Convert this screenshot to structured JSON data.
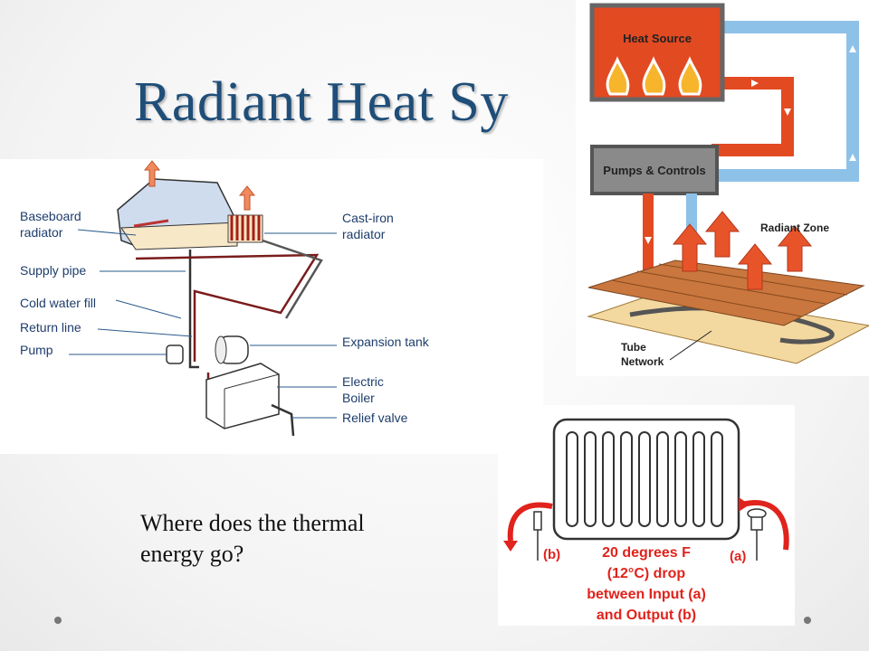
{
  "slide": {
    "title": "Radiant Heat Sy",
    "question": "Where does the thermal energy go?"
  },
  "diagram_left": {
    "labels": {
      "baseboard": [
        "Baseboard",
        "radiator"
      ],
      "supply_pipe": "Supply pipe",
      "cold_water_fill": "Cold water fill",
      "return_line": "Return line",
      "pump": "Pump",
      "cast_iron": [
        "Cast-iron",
        "radiator"
      ],
      "expansion_tank": "Expansion tank",
      "electric_boiler": [
        "Electric",
        "Boiler"
      ],
      "relief_valve": "Relief valve"
    }
  },
  "diagram_right": {
    "heat_source": "Heat Source",
    "pumps_controls": "Pumps & Controls",
    "radiant_zone": "Radiant Zone",
    "tube_network": [
      "Tube",
      "Network"
    ]
  },
  "diagram_radiator": {
    "input_label": "(a)",
    "output_label": "(b)",
    "caption": [
      "20 degrees F",
      "(12°C) drop",
      "between Input (a)",
      "and Output (b)"
    ]
  },
  "colors": {
    "title": "#1f4e79",
    "hot": "#e24a22",
    "cold": "#8ec1e8",
    "caption": "#e0231c",
    "box": "#8a8a8a"
  }
}
